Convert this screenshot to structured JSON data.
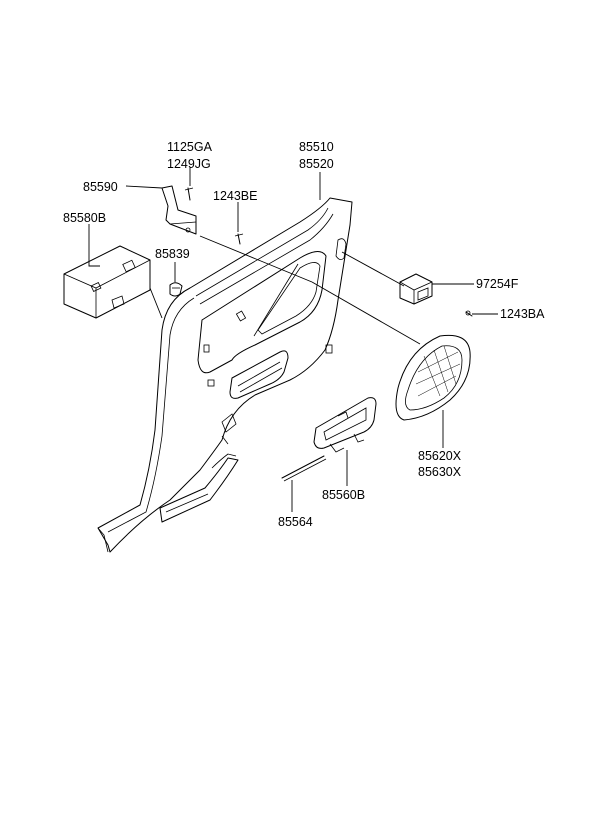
{
  "diagram": {
    "parts": [
      {
        "id": "p1125ga",
        "number": "1125GA"
      },
      {
        "id": "p1249jg",
        "number": "1249JG"
      },
      {
        "id": "p85510",
        "number": "85510"
      },
      {
        "id": "p85520",
        "number": "85520"
      },
      {
        "id": "p85590",
        "number": "85590"
      },
      {
        "id": "p1243be",
        "number": "1243BE"
      },
      {
        "id": "p85580b",
        "number": "85580B"
      },
      {
        "id": "p85839",
        "number": "85839"
      },
      {
        "id": "p97254f",
        "number": "97254F"
      },
      {
        "id": "p1243ba",
        "number": "1243BA"
      },
      {
        "id": "p85620x",
        "number": "85620X"
      },
      {
        "id": "p85630x",
        "number": "85630X"
      },
      {
        "id": "p85560b",
        "number": "85560B"
      },
      {
        "id": "p85564",
        "number": "85564"
      }
    ],
    "line_color": "#000000",
    "background_color": "#ffffff"
  }
}
